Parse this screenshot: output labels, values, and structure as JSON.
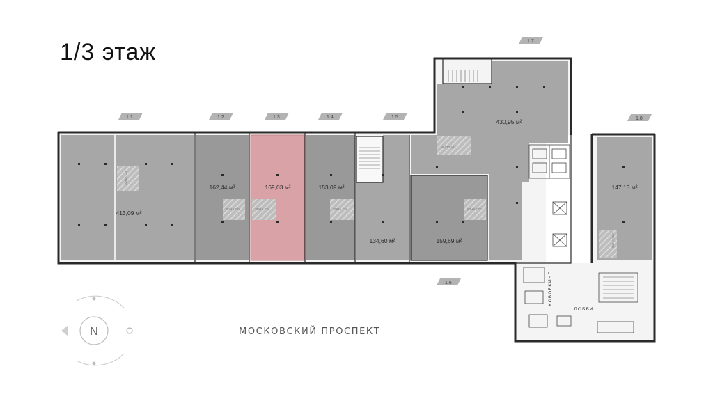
{
  "floor_title": "1/3 этаж",
  "street_label": "МОСКОВСКИЙ ПРОСПЕКТ",
  "compass": {
    "north_letter": "N"
  },
  "colors": {
    "unit": "#a7a7a7",
    "unit_dark": "#999999",
    "selected": "#d9a2a6",
    "wall": "#2a2a2a",
    "corridor": "#f3f3f3"
  },
  "units": [
    {
      "id": "1.1",
      "area": "413,09 м²",
      "zone": "ЗОНА С/У"
    },
    {
      "id": "1.2",
      "area": "162,44 м²",
      "zone": "ЗОНА С/У"
    },
    {
      "id": "1.3",
      "area": "169,03 м²",
      "zone": "ЗОНА С/У",
      "selected": true
    },
    {
      "id": "1.4",
      "area": "153,09 м²",
      "zone": "ЗОНА С/У"
    },
    {
      "id": "1.5",
      "area": "134,60 м²",
      "zone": ""
    },
    {
      "id": "1.6",
      "area": "159,69 м²",
      "zone": "ЗОНА С/У"
    },
    {
      "id": "1.7",
      "area": "430,95 м²",
      "zone": "ЗОНА С/У"
    },
    {
      "id": "1.8",
      "area": "147,13 м²",
      "zone": "ЗОНА С/У"
    }
  ],
  "rooms": {
    "coworking": "КОВОРКИНГ",
    "lobby": "ЛОББИ"
  }
}
